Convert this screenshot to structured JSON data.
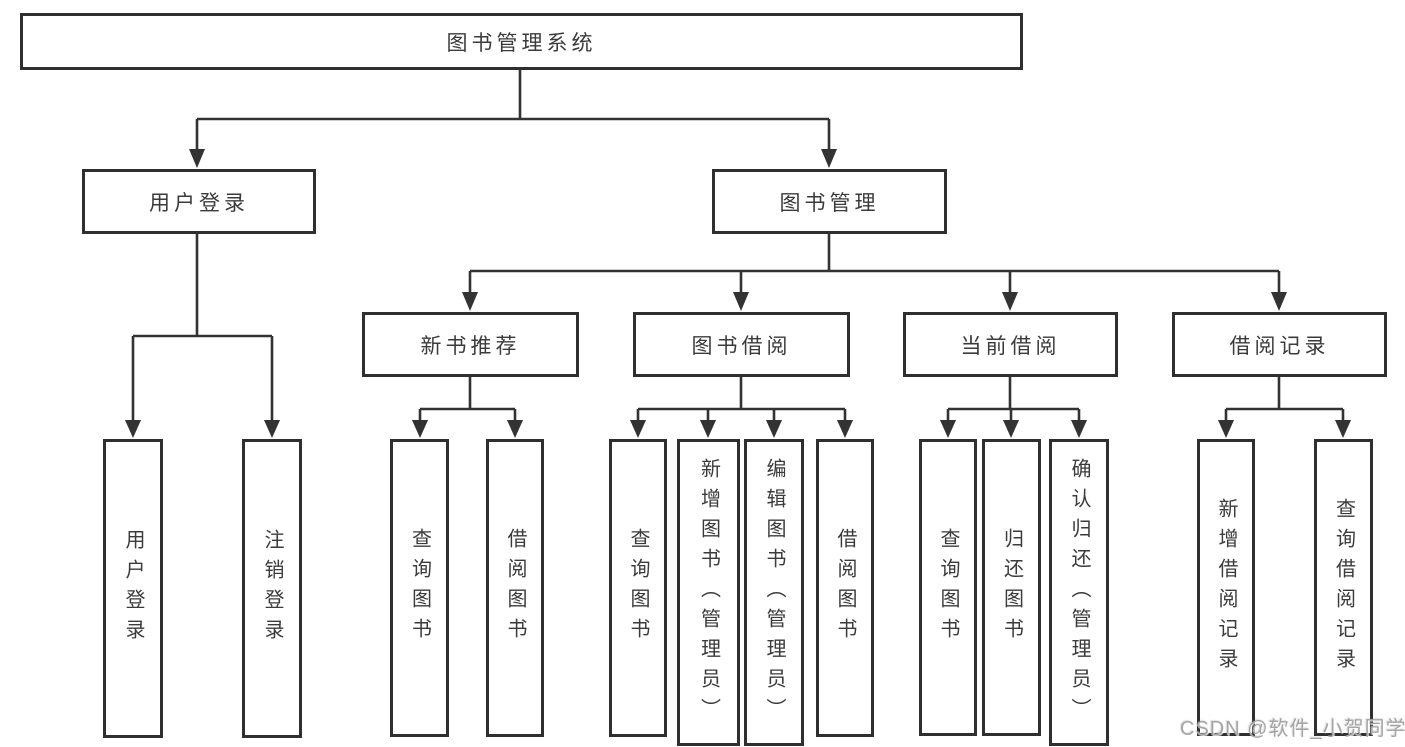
{
  "diagram_type": "hierarchy-tree",
  "colors": {
    "background": "#ffffff",
    "line": "#333333",
    "box_border": "#2f2f2f",
    "box_fill": "#ffffff",
    "text": "#3b3b3b",
    "watermark": "#a5a5a5"
  },
  "tree": {
    "label": "图书管理系统",
    "children": [
      {
        "label": "用户登录",
        "children": [
          {
            "label": "用户登录"
          },
          {
            "label": "注销登录"
          }
        ]
      },
      {
        "label": "图书管理",
        "children": [
          {
            "label": "新书推荐",
            "children": [
              {
                "label": "查询图书"
              },
              {
                "label": "借阅图书"
              }
            ]
          },
          {
            "label": "图书借阅",
            "children": [
              {
                "label": "查询图书"
              },
              {
                "label": "新增图书（管理员）"
              },
              {
                "label": "编辑图书（管理员）"
              },
              {
                "label": "借阅图书"
              }
            ]
          },
          {
            "label": "当前借阅",
            "children": [
              {
                "label": "查询图书"
              },
              {
                "label": "归还图书"
              },
              {
                "label": "确认归还（管理员）"
              }
            ]
          },
          {
            "label": "借阅记录",
            "children": [
              {
                "label": "新增借阅记录"
              },
              {
                "label": "查询借阅记录"
              }
            ]
          }
        ]
      }
    ]
  },
  "watermark": {
    "text": "CSDN @软件_小贺同学"
  }
}
